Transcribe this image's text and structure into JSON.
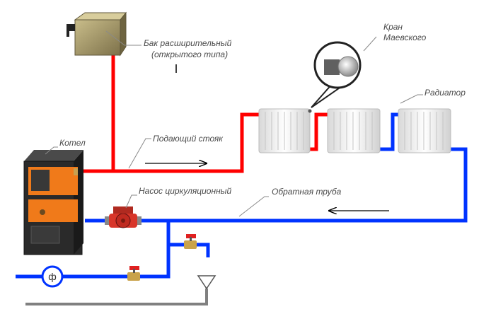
{
  "labels": {
    "tank_line1": "Бак расширительный",
    "tank_line2": "(открытого типа)",
    "crane_line1": "Кран",
    "crane_line2": "Маевского",
    "radiator": "Радиатор",
    "boiler": "Котел",
    "supply_riser": "Подающий стояк",
    "pump": "Насос циркуляционный",
    "return_pipe": "Обратная труба",
    "meter_symbol": "ф"
  },
  "colors": {
    "supply": "#ff0000",
    "return": "#0033ff",
    "drain": "#808080",
    "boiler_body": "#2a2a2a",
    "boiler_orange": "#f07a1a",
    "tank": "#9a8d5a",
    "leader": "#8a8a8a"
  }
}
